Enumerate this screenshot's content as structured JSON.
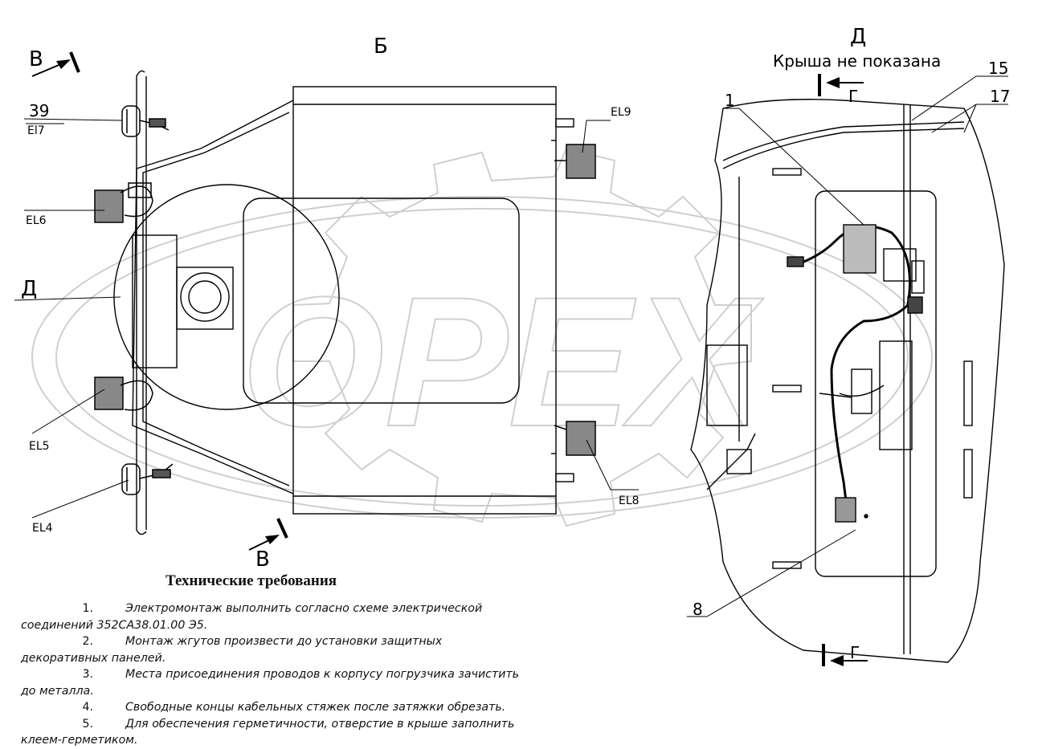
{
  "views": {
    "main_title": "Б",
    "side_title": "Д",
    "side_subtitle": "Крыша не показана"
  },
  "callouts": {
    "view_arrow_top": "В",
    "view_arrow_bottom": "В",
    "section_top": "Г",
    "section_bottom": "Г",
    "view_d_left": "Д",
    "pos_39": "39",
    "el7": "El7",
    "el6": "EL6",
    "el5": "EL5",
    "el4": "EL4",
    "el9": "EL9",
    "el8": "EL8",
    "pos_1": "1",
    "pos_15": "15",
    "pos_17": "17",
    "pos_8": "8"
  },
  "watermark": "OPEX",
  "requirements": {
    "title": "Технические требования",
    "items": [
      {
        "num": "1.",
        "text": "Электромонтаж выполнить согласно схеме электрической",
        "cont": "соединений 352СА38.01.00 Э5."
      },
      {
        "num": "2.",
        "text": "Монтаж жгутов произвести до установки защитных",
        "cont": "декоративных панелей."
      },
      {
        "num": "3.",
        "text": "Места присоединения проводов к корпусу погрузчика зачистить",
        "cont": "до металла."
      },
      {
        "num": "4.",
        "text": "Свободные концы кабельных стяжек после затяжки обрезать.",
        "cont": ""
      },
      {
        "num": "5.",
        "text": "Для обеспечения герметичности, отверстие в крыше заполнить",
        "cont": "клеем-герметиком."
      }
    ]
  },
  "colors": {
    "line": "#000000",
    "watermark": "#cfcfcf"
  }
}
